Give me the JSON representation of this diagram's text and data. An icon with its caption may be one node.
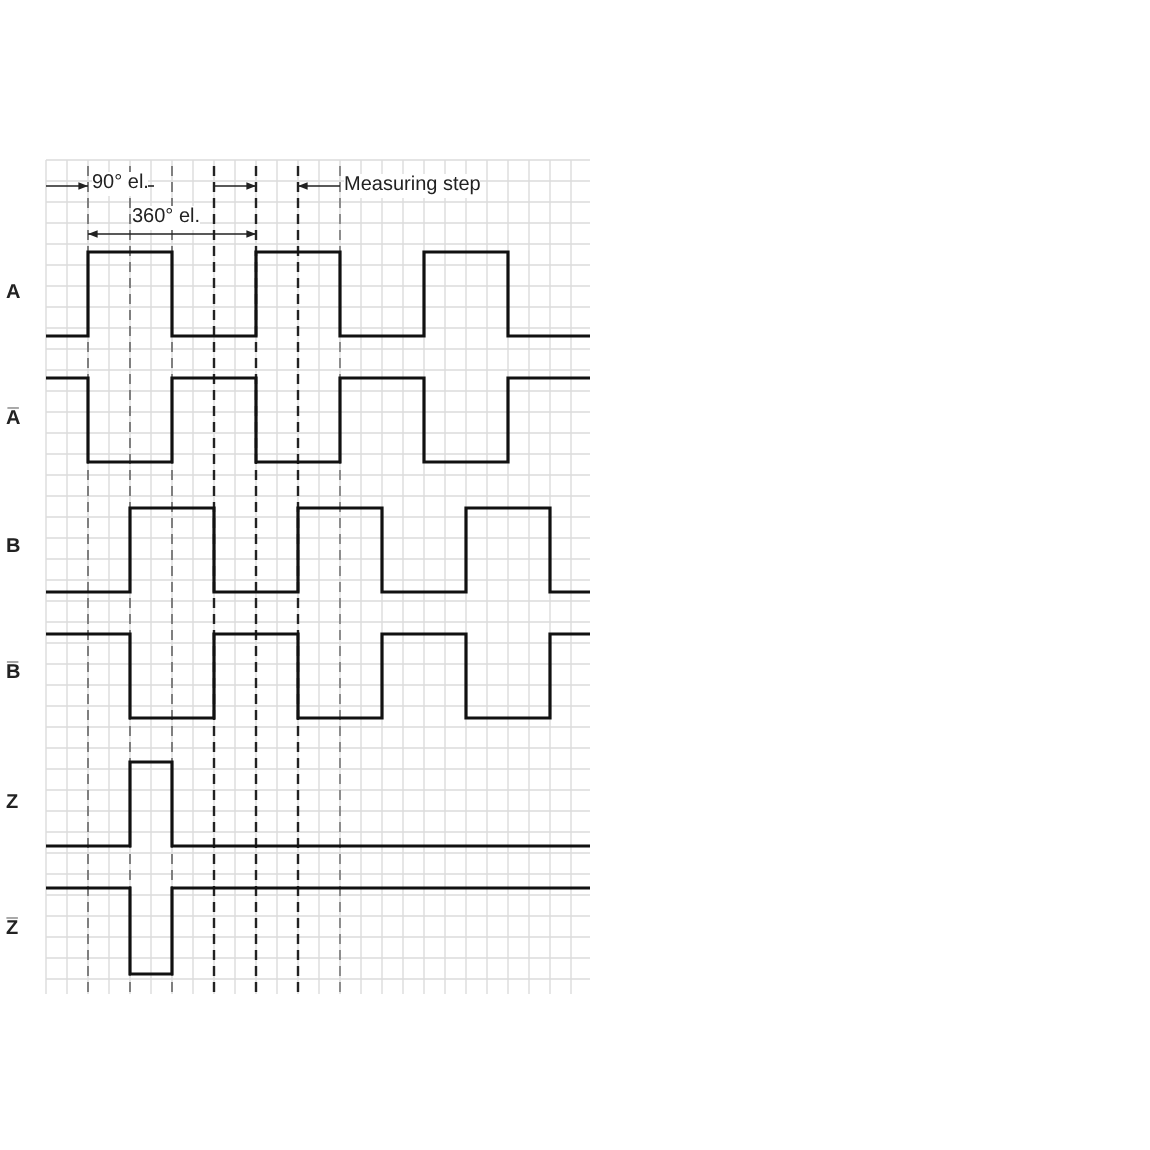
{
  "diagram": {
    "labels": [
      "90° el.",
      "Measuring step",
      "360° el.",
      "A",
      "A̅",
      "B",
      "B̅",
      "Z",
      "Z̅"
    ]
  }
}
